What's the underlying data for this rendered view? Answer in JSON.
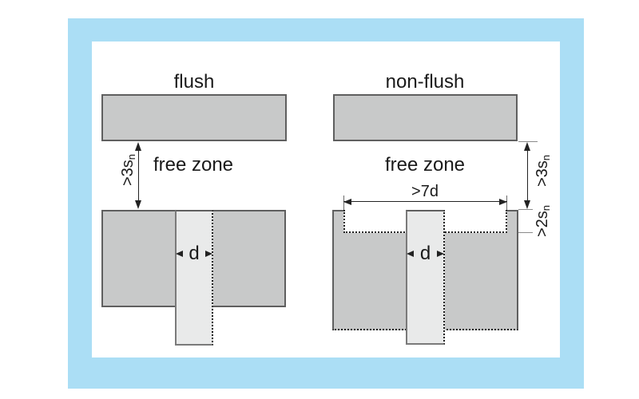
{
  "colors": {
    "frame_blue": "#abdef5",
    "block_gray": "#c8c9c9",
    "tube_gray": "#e9eaea",
    "outline_gray": "#5f5f5f",
    "line_dark": "#222222",
    "text": "#1a1a1a"
  },
  "diagrams": {
    "flush": {
      "title": "flush",
      "free_zone_label": "free zone",
      "gap_dim": {
        "main": ">3s",
        "sub": "n"
      },
      "diameter_label": "d"
    },
    "non_flush": {
      "title": "non-flush",
      "free_zone_label": "free zone",
      "width_dim": ">7d",
      "gap_dim": {
        "main": ">3s",
        "sub": "n"
      },
      "recess_dim": {
        "main": ">2s",
        "sub": "n"
      },
      "diameter_label": "d"
    }
  }
}
